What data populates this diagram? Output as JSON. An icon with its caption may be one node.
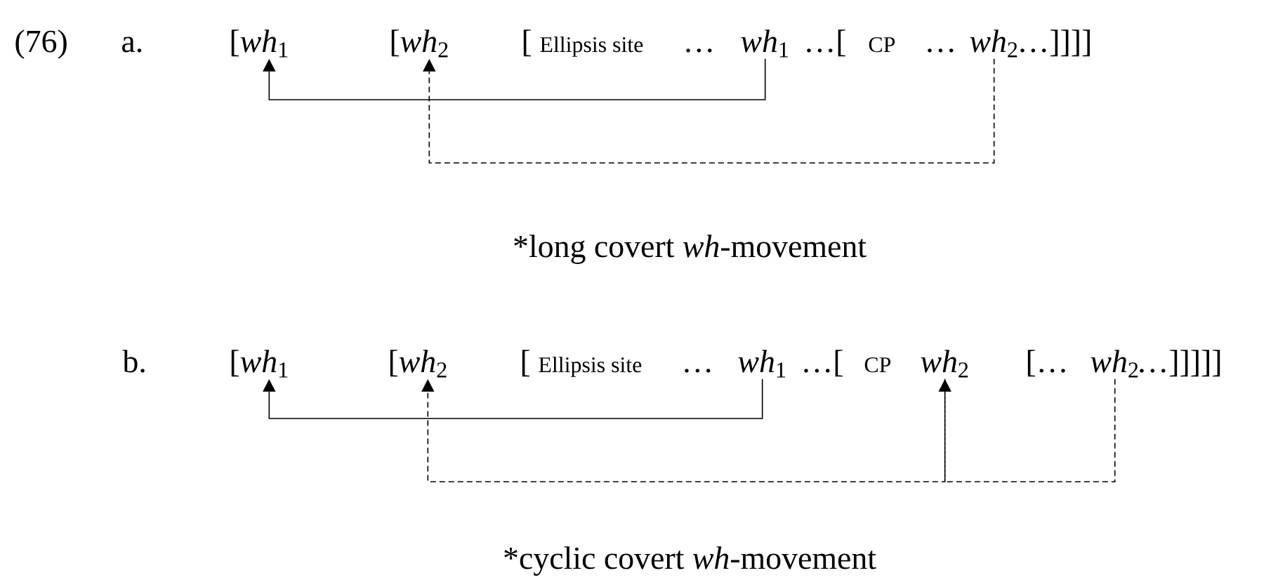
{
  "diagram": {
    "nodes": [
      {
        "text": [
          "[*wh*$_{1}$"
        ]
      },
      {
        "text": [
          "[*wh*$_{2}$"
        ]
      },
      {
        "text": [
          "*wh*$_{1}$"
        ]
      },
      {
        "text": [
          "*wh*$_{2}$"
        ]
      },
      {
        "text": [
          "[*wh*$_{1}$"
        ]
      },
      {
        "text": [
          "[*wh*$_{2}$"
        ]
      },
      {
        "text": [
          "*wh*$_{1}$"
        ]
      },
      {
        "text": [
          "*wh*$_{2}$"
        ]
      },
      {
        "text": [
          "*wh*$_{2}$"
        ]
      }
    ],
    "edges": [
      {
        "from": 2,
        "to": 0,
        "arrow": "to"
      },
      {
        "from": 3,
        "to": 1,
        "arrow": "to",
        "style": "dashed"
      },
      {
        "from": 6,
        "to": 4,
        "arrow": "to"
      },
      {
        "from": 7,
        "to": 5,
        "arrow": "to",
        "style": "dashed"
      },
      {
        "from": 8,
        "to": 7,
        "arrow": "to",
        "style": "dashed"
      }
    ],
    "labels": [
      "(76)",
      "a.",
      "[",
      "Ellipsis site",
      "…",
      "…[",
      "CP",
      "…",
      "…]]]]",
      "*long covert *wh*-movement",
      "b.",
      "[",
      "Ellipsis site",
      "…",
      "…[",
      "CP",
      "[…",
      "…]]]]]",
      "*cyclic covert *wh*-movement"
    ]
  }
}
